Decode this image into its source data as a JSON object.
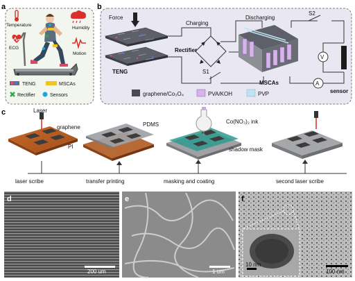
{
  "panels": {
    "a": {
      "letter": "a",
      "icons": [
        {
          "label": "Temperature",
          "icon": "thermometer-icon",
          "color": "#d9302c"
        },
        {
          "label": "Humidity",
          "icon": "humidity-cloud-icon",
          "color": "#d9302c"
        },
        {
          "label": "ECG",
          "icon": "ecg-heart-icon",
          "color": "#d9302c"
        },
        {
          "label": "Motion",
          "icon": "motion-wave-icon",
          "color": "#d9302c"
        }
      ],
      "legend": [
        {
          "label": "TENG",
          "icon": "teng-legend-swatch"
        },
        {
          "label": "MSCAs",
          "icon": "mscas-legend-swatch",
          "color": "#f3c51b"
        },
        {
          "label": "Rectifier",
          "icon": "rectifier-cross-icon",
          "color": "#2aa84a"
        },
        {
          "label": "Sensors",
          "icon": "sensor-dot-icon",
          "color": "#1aa6d9"
        }
      ]
    },
    "b": {
      "letter": "b",
      "labels": {
        "force": "Force",
        "charging": "Charging",
        "discharging": "Discharging",
        "s2": "S2",
        "s1": "S1",
        "rectifier": "Rectifier",
        "teng": "TENG",
        "mscas": "MSCAs",
        "sensor": "sensor",
        "voltmeter": "V",
        "ammeter": "A"
      },
      "legend": [
        {
          "label": "graphene/Co₃O₄",
          "color": "#4a4a55"
        },
        {
          "label": "PVA/KOH",
          "color": "#d6b3ec"
        },
        {
          "label": "PVP",
          "color": "#bfe3f3"
        }
      ]
    },
    "c": {
      "letter": "c",
      "labels": {
        "laser": "Laser",
        "graphene": "graphene",
        "pi": "PI",
        "pdms": "PDMS",
        "ink": "Co(NO₃)₂ ink",
        "mask": "shadow mask"
      },
      "steps": [
        "laser scribe",
        "transfer printing",
        "masking and coating",
        "second laser scribe"
      ]
    },
    "d": {
      "letter": "d",
      "scale": "200 um"
    },
    "e": {
      "letter": "e",
      "scale": "1 um"
    },
    "f": {
      "letter": "f",
      "scale_inset": "10 nm",
      "scale_main": "100 nm"
    }
  }
}
